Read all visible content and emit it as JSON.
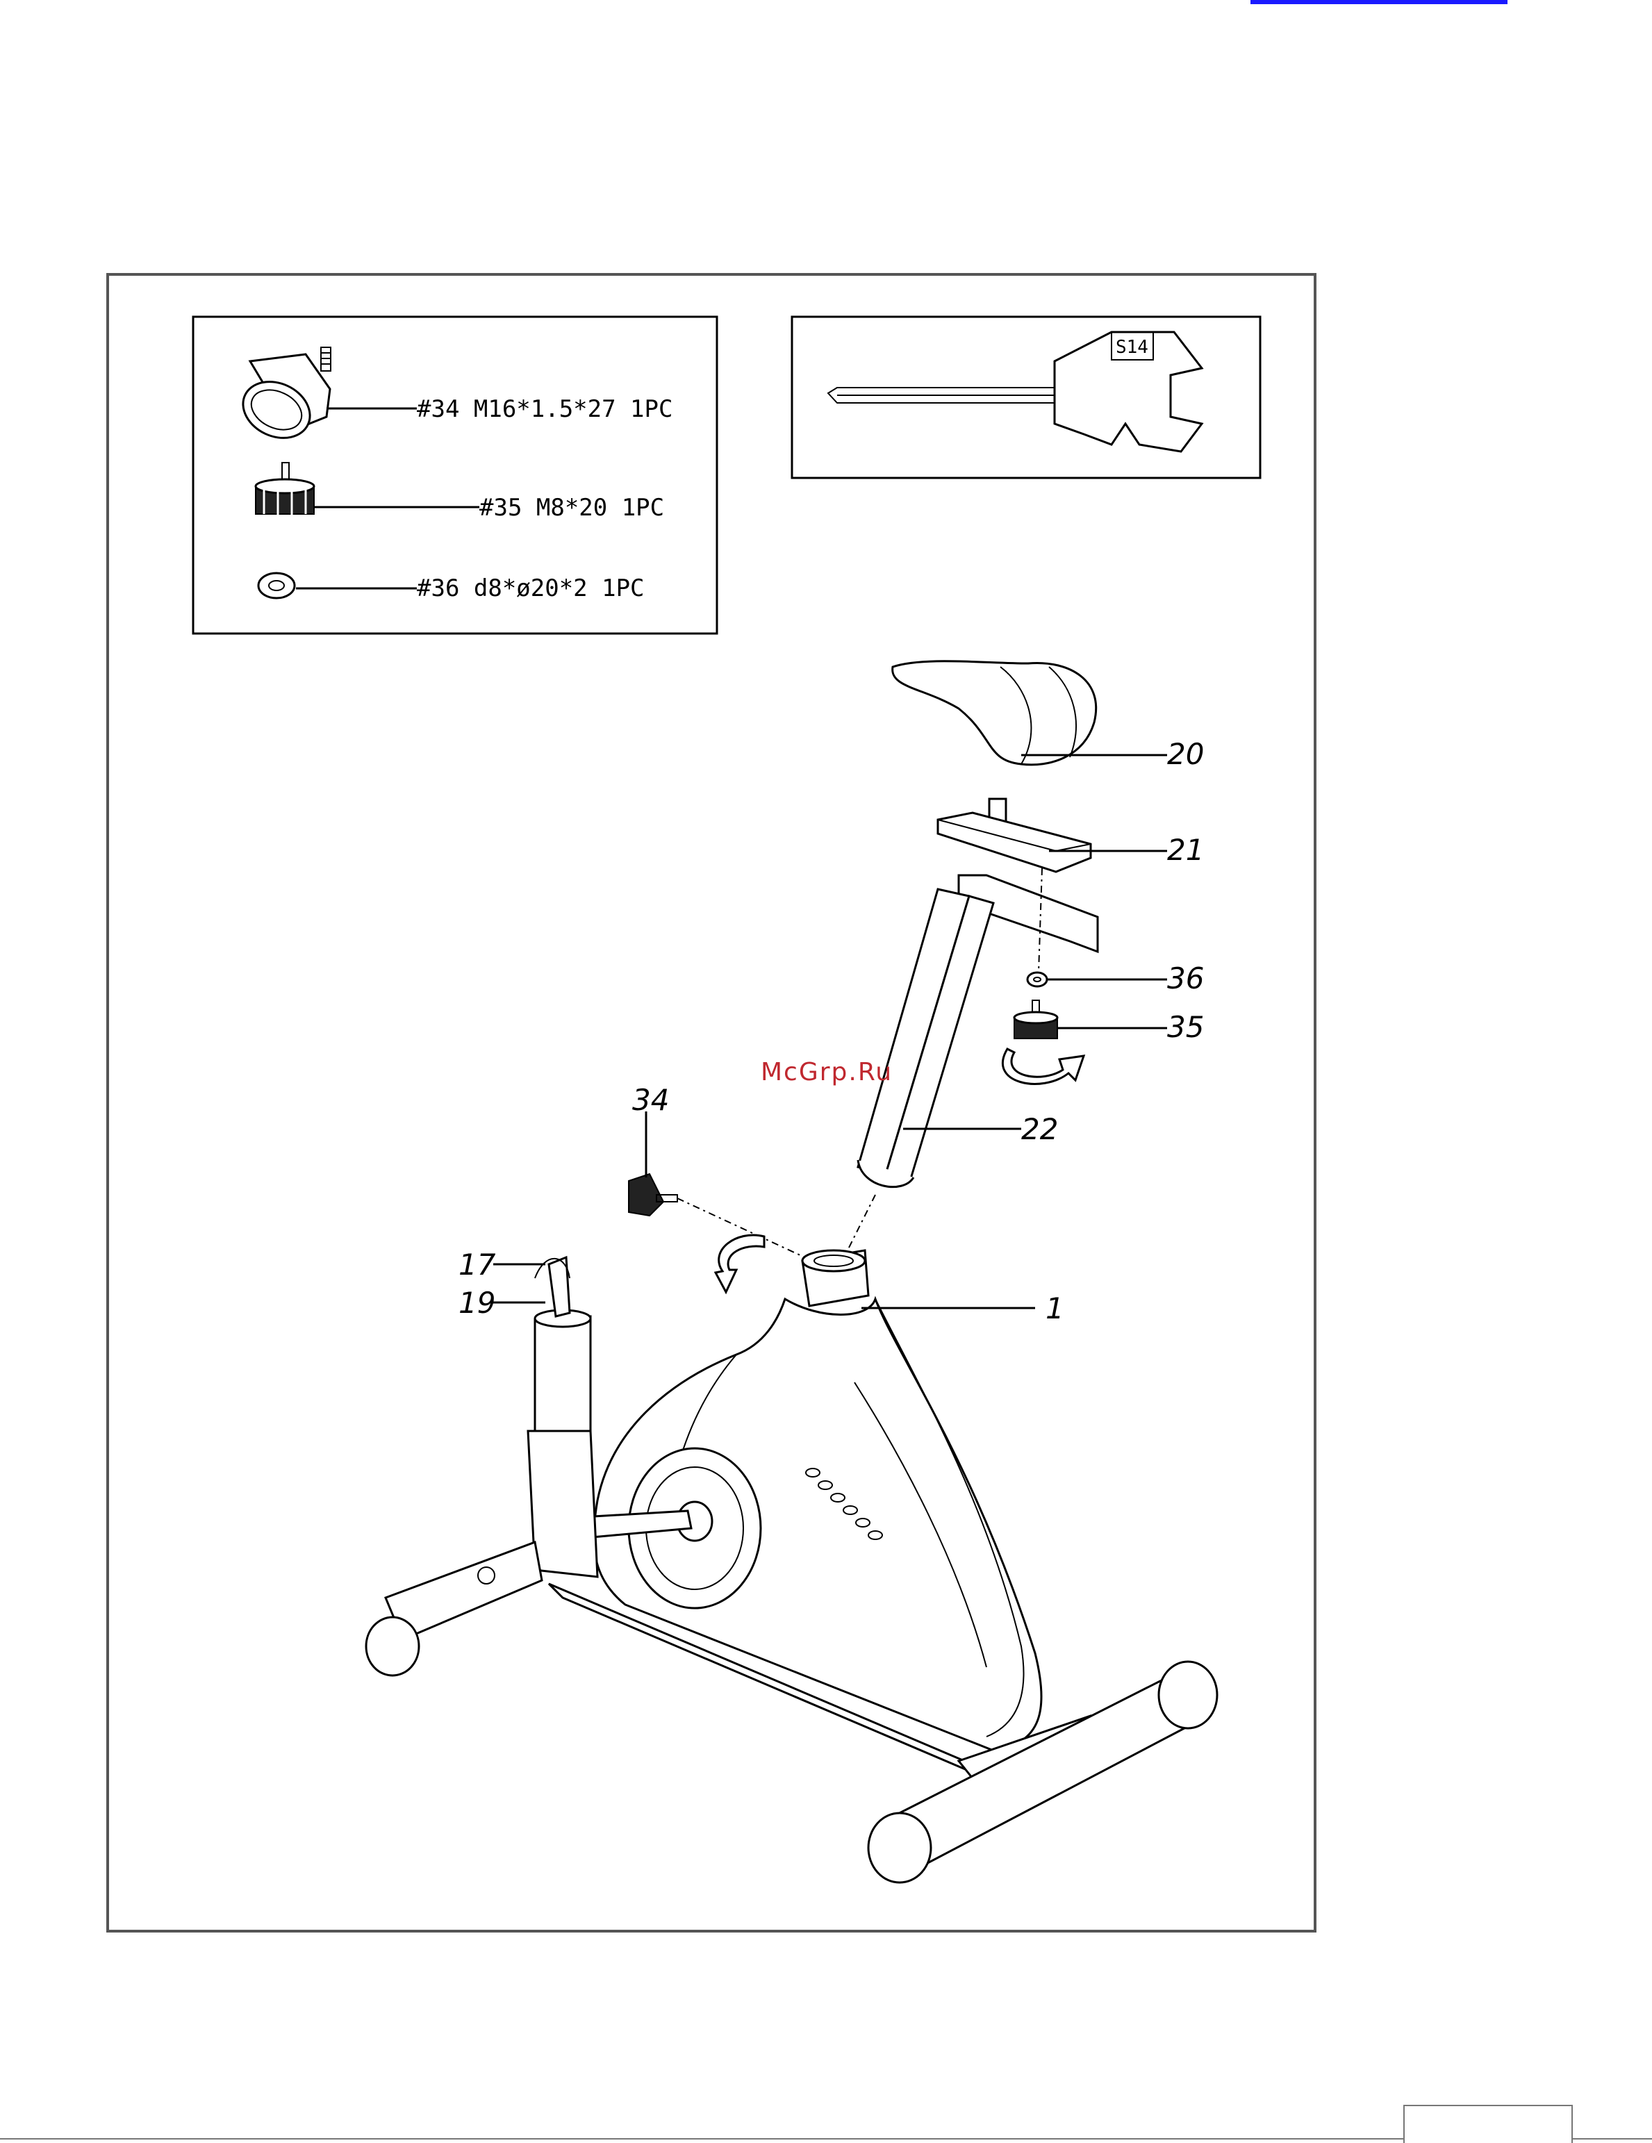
{
  "hardware_box": {
    "items": [
      {
        "id": "34",
        "label": "#34 M16*1.5*27 1PC"
      },
      {
        "id": "35",
        "label": "#35 M8*20 1PC"
      },
      {
        "id": "36",
        "label": "#36 d8*ø20*2 1PC"
      }
    ]
  },
  "tool_box": {
    "wrench_label": "S14"
  },
  "callouts": {
    "c20": "20",
    "c21": "21",
    "c36": "36",
    "c35": "35",
    "c22": "22",
    "c34": "34",
    "c17": "17",
    "c19": "19",
    "c1": "1"
  },
  "watermark": "McGrp.Ru"
}
